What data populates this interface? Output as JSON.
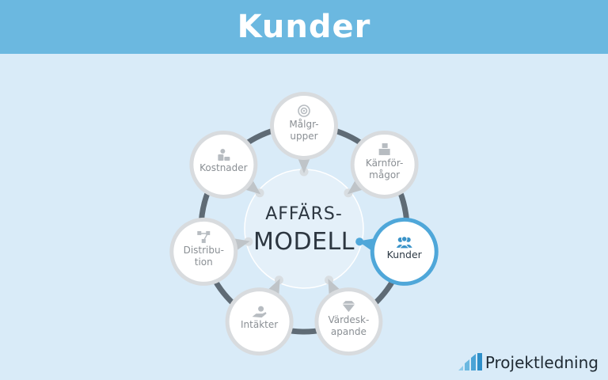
{
  "header": {
    "title": "Kunder"
  },
  "center": {
    "line1": "AFFÄRS-",
    "line2": "MODELL"
  },
  "nodes": [
    {
      "id": "malgrupper",
      "lines": [
        "Målgr-",
        "upper"
      ],
      "icon": "target-icon",
      "active": false
    },
    {
      "id": "karnformagor",
      "lines": [
        "Kärnför-",
        "mågor"
      ],
      "icon": "blocks-icon",
      "active": false
    },
    {
      "id": "kunder",
      "lines": [
        "Kunder"
      ],
      "icon": "people-icon",
      "active": true
    },
    {
      "id": "vardeskapande",
      "lines": [
        "Värdesk-",
        "apande"
      ],
      "icon": "diamond-icon",
      "active": false
    },
    {
      "id": "intakter",
      "lines": [
        "Intäkter"
      ],
      "icon": "hand-coin-icon",
      "active": false
    },
    {
      "id": "distribution",
      "lines": [
        "Distribu-",
        "tion"
      ],
      "icon": "network-icon",
      "active": false
    },
    {
      "id": "kostnader",
      "lines": [
        "Kostnader"
      ],
      "icon": "coins-icon",
      "active": false
    }
  ],
  "brand": {
    "text": "Projektledning"
  },
  "colors": {
    "header": "#6bb8e0",
    "background": "#d9ebf8",
    "ring": "#5f6b75",
    "node_border": "#d8dbde",
    "active_border": "#4fa7d9",
    "active_dot": "#4fa7d9",
    "muted_icon": "#b7bcc1",
    "active_icon": "#3a93c8"
  }
}
